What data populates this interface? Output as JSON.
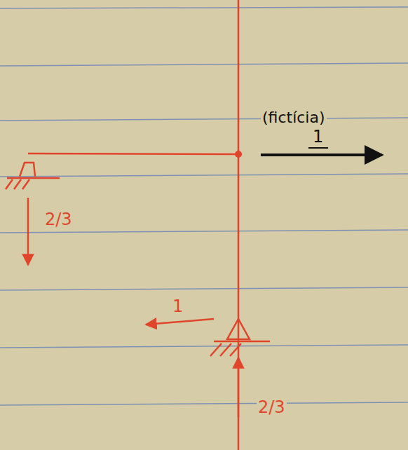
{
  "diagram": {
    "labels": [
      "(fictícia)",
      "1",
      "2/3",
      "1",
      "2/3"
    ]
  }
}
